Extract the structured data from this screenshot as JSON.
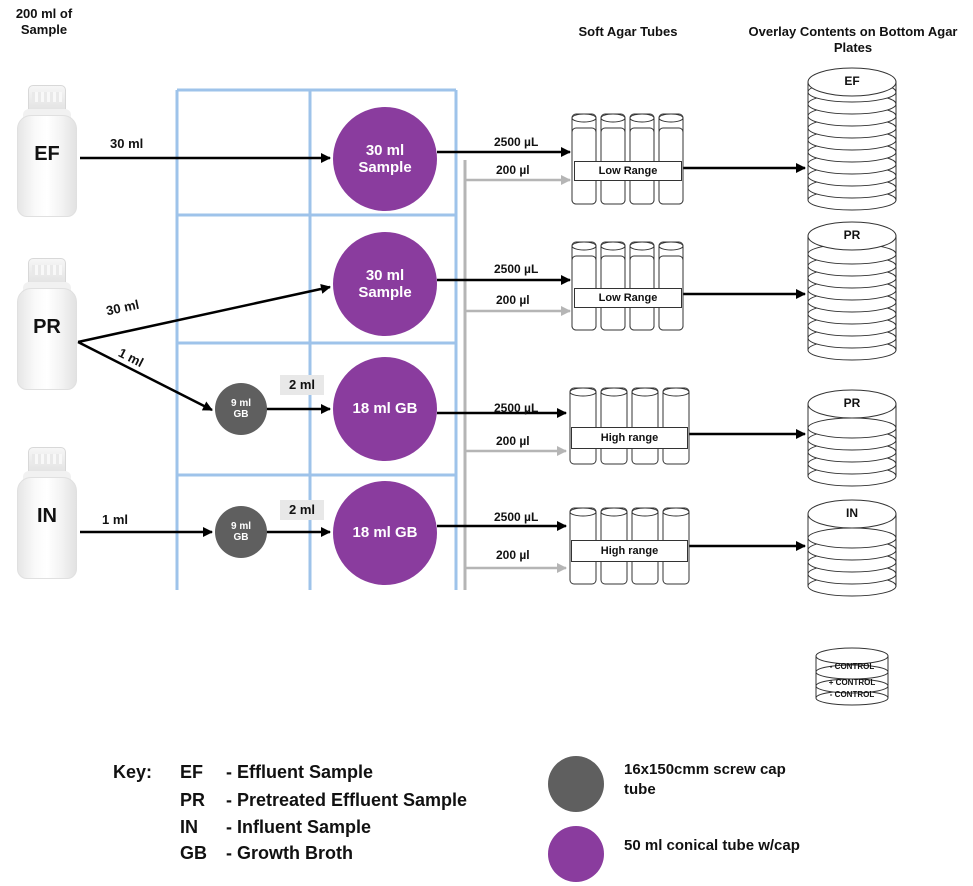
{
  "headers": {
    "sample": "200 ml of Sample",
    "soft_agar": "Soft Agar Tubes",
    "overlay": "Overlay Contents on Bottom Agar Plates"
  },
  "bottles": [
    "EF",
    "PR",
    "IN"
  ],
  "arrows": {
    "ef_30": "30 ml",
    "pr_30": "30 ml",
    "pr_1": "1 ml",
    "in_1": "1 ml",
    "two_ml_a": "2 ml",
    "two_ml_b": "2 ml",
    "vol_2500_1": "2500 µL",
    "vol_2500_2": "2500 µL",
    "vol_2500_3": "2500 µL",
    "vol_2500_4": "2500 µL",
    "vol_200_1": "200 µl",
    "vol_200_2": "200 µl",
    "vol_200_3": "200 µl",
    "vol_200_4": "200 µl"
  },
  "circles": {
    "c1": "30 ml Sample",
    "c2": "30 ml Sample",
    "c3": "18 ml GB",
    "c4": "18 ml GB",
    "g1": "9 ml GB",
    "g2": "9 ml GB"
  },
  "racks": [
    "Low Range",
    "Low Range",
    "High range",
    "High range"
  ],
  "plates": [
    "EF",
    "PR",
    "PR",
    "IN"
  ],
  "controls": [
    "- CONTROL",
    "+ CONTROL",
    "- CONTROL"
  ],
  "key": {
    "title": "Key:",
    "items": [
      {
        "abbr": "EF",
        "desc": "- Effluent Sample"
      },
      {
        "abbr": "PR",
        "desc": "- Pretreated Effluent Sample"
      },
      {
        "abbr": "IN",
        "desc": "- Influent Sample"
      },
      {
        "abbr": "GB",
        "desc": "- Growth Broth"
      }
    ]
  },
  "legend": {
    "gray": "16x150cmm screw cap tube",
    "purple": "50 ml conical tube w/cap"
  },
  "colors": {
    "purple": "#8a3c9e",
    "gray": "#5f5f5f",
    "grid": "#9ec3ea",
    "light_arrow": "#b5b5b5"
  }
}
